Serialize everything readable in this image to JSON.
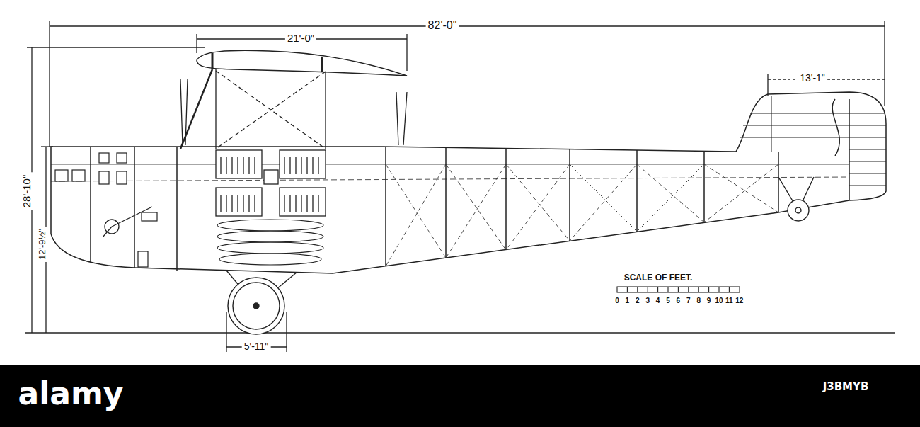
{
  "diagram": {
    "labels": [
      "82'-0\"",
      "21'-0\"",
      "13'-1\"",
      "28'-10\"",
      "12'-9½\"",
      "5'-11\"",
      "SCALE OF FEET.",
      "0",
      "1",
      "2",
      "3",
      "4",
      "5",
      "6",
      "7",
      "8",
      "9",
      "10",
      "11",
      "12",
      "alamy",
      "J3BMYB"
    ]
  }
}
